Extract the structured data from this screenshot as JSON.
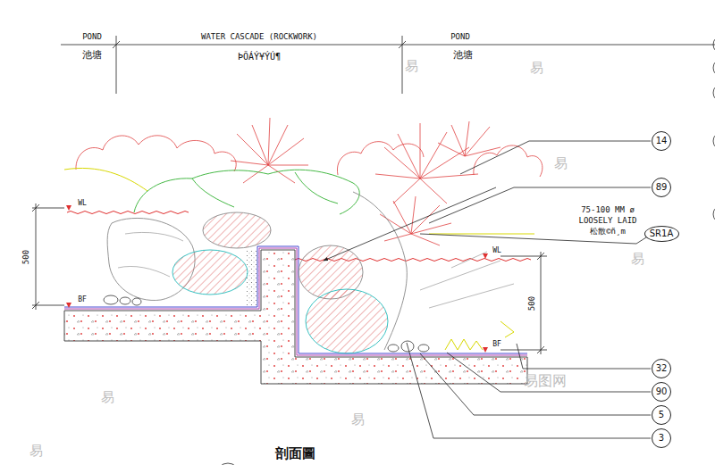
{
  "diagram": {
    "caption": "剖面圖",
    "nodes": [
      {
        "text": [
          "14"
        ]
      },
      {
        "text": [
          "89"
        ]
      },
      {
        "text": [
          "SR1A"
        ]
      },
      {
        "text": [
          "32"
        ]
      },
      {
        "text": [
          "90"
        ]
      },
      {
        "text": [
          "5"
        ]
      },
      {
        "text": [
          "3"
        ]
      }
    ],
    "labels": [
      "POND",
      "池塘",
      "WATER CASCADE (ROCKWORK)",
      "ÞÕÁÝ¥ÝÚ¶",
      "POND",
      "池塘",
      "WL",
      "BF",
      "500",
      "WL",
      "BF",
      "500",
      "75-100 MM ø",
      "LOOSELY LAID",
      "松散©ñ¸m",
      "易",
      "易",
      "易",
      "易",
      "易",
      "易",
      "易",
      "易图网"
    ]
  }
}
